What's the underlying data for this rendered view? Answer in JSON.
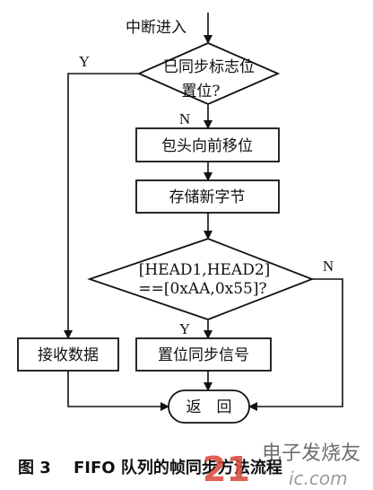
{
  "diagram": {
    "start_label": "中断进入",
    "decision1_line1": "已同步标志位",
    "decision1_line2": "置位?",
    "decision1_yes": "Y",
    "decision1_no": "N",
    "step1": "包头向前移位",
    "step2": "存储新字节",
    "decision2_line1": "[HEAD1,HEAD2]",
    "decision2_line2": "==[0xAA,0x55]?",
    "decision2_yes": "Y",
    "decision2_no": "N",
    "receive": "接收数据",
    "set_sync": "置位同步信号",
    "end": "返　回"
  },
  "caption": {
    "figure_no": "图 3",
    "text": "FIFO 队列的帧同步方法流程"
  },
  "watermark": {
    "logo_red": "21",
    "logo_dark": "电子发烧友",
    "url": "ic.com"
  }
}
